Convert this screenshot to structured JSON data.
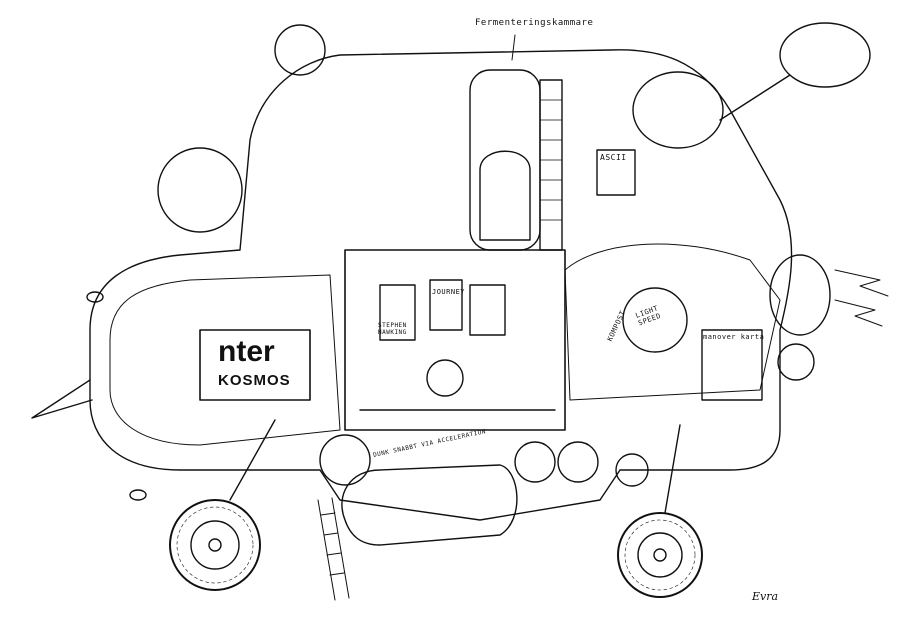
{
  "labels": {
    "fermenteringskammare": "Fermenteringskammare",
    "inter": "nter",
    "kosmos": "KOSMOS",
    "journey": "JOURNEY",
    "stephen_hawking": "STEPHEN HAWKING",
    "light_speed": "LIGHT SPEED",
    "kompost": "KOMPOST",
    "manover_karta": "manover karta",
    "ascii": "ASCII",
    "acceleration": "DUNK SNABBT VIA ACCELERATION",
    "signature": "Evra"
  },
  "colors": {
    "ink": "#111111",
    "paper": "#ffffff"
  }
}
